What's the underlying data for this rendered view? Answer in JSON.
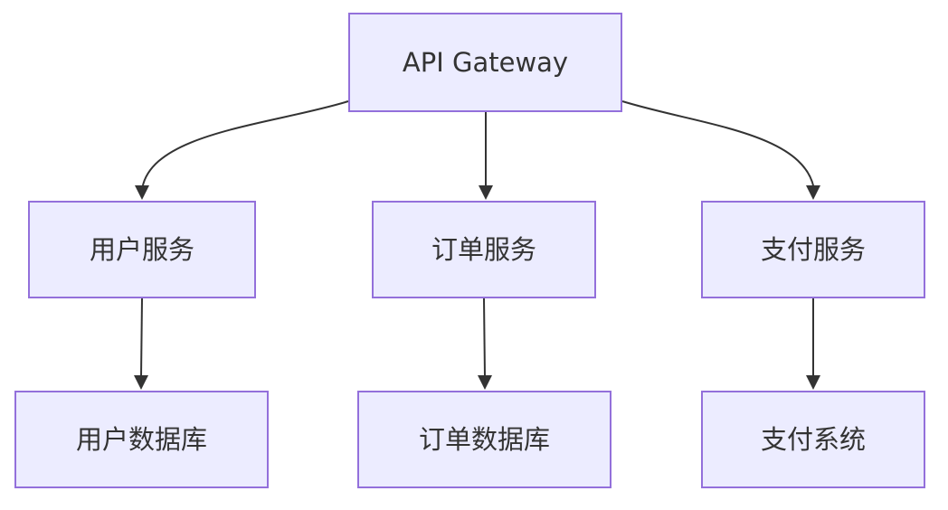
{
  "diagram": {
    "type": "flowchart",
    "direction": "top-down",
    "nodes": {
      "api_gateway": {
        "label": "API Gateway"
      },
      "user_service": {
        "label": "用户服务"
      },
      "order_service": {
        "label": "订单服务"
      },
      "payment_service": {
        "label": "支付服务"
      },
      "user_db": {
        "label": "用户数据库"
      },
      "order_db": {
        "label": "订单数据库"
      },
      "payment_system": {
        "label": "支付系统"
      }
    },
    "edges": [
      {
        "from": "api_gateway",
        "to": "user_service"
      },
      {
        "from": "api_gateway",
        "to": "order_service"
      },
      {
        "from": "api_gateway",
        "to": "payment_service"
      },
      {
        "from": "user_service",
        "to": "user_db"
      },
      {
        "from": "order_service",
        "to": "order_db"
      },
      {
        "from": "payment_service",
        "to": "payment_system"
      }
    ],
    "colors": {
      "node_fill": "#ECECFF",
      "node_border": "#9370DB",
      "edge_stroke": "#333333",
      "text": "#333333",
      "background": "#FFFFFF"
    }
  }
}
